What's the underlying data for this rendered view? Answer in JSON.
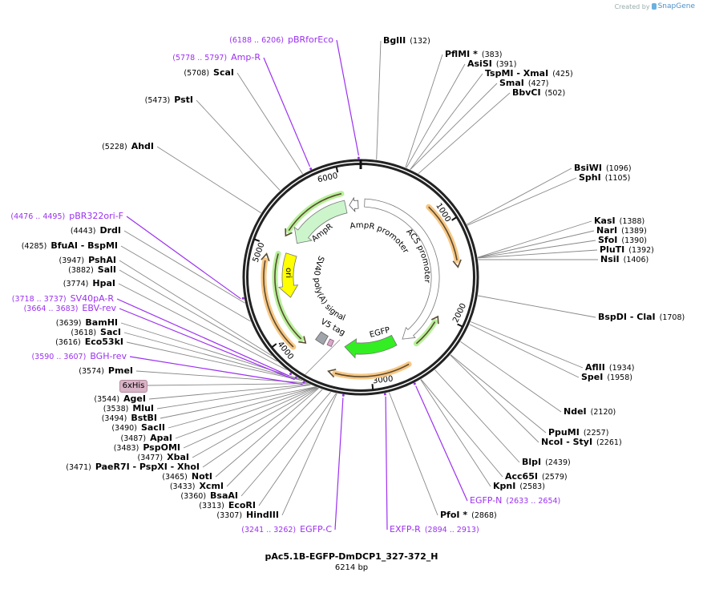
{
  "credit": {
    "prefix": "Created by",
    "brand": "SnapGene"
  },
  "plasmid": {
    "name": "pAc5.1B-EGFP-DmDCP1_327-372_H",
    "length": "6214 bp",
    "total_bp": 6214
  },
  "ticks": [
    "1000",
    "2000",
    "3000",
    "4000",
    "5000",
    "6000"
  ],
  "features": {
    "ampr_promoter": "AmpR promoter",
    "acs_promoter": "ACS promoter",
    "ampr": "AmpR",
    "ori": "ori",
    "sv40_polya": "SV40 poly(A) signal",
    "v5_tag": "V5 tag",
    "egfp": "EGFP",
    "his_tag": "6xHis"
  },
  "colors": {
    "primer": "#9b30f0",
    "egfp": "#33ee22",
    "ampr": "#ccf5cc",
    "ori": "#ffff00",
    "orf_orange": "#f7c784",
    "orf_green": "#b7f09a"
  },
  "enzymes": [
    {
      "name": "BglII",
      "pos": 132
    },
    {
      "name": "PflMI *",
      "pos": 383
    },
    {
      "name": "AsiSI",
      "pos": 391
    },
    {
      "name": "TspMI  - XmaI",
      "pos": 425
    },
    {
      "name": "SmaI",
      "pos": 427
    },
    {
      "name": "BbvCI",
      "pos": 502
    },
    {
      "name": "BsiWI",
      "pos": 1096
    },
    {
      "name": "SphI",
      "pos": 1105
    },
    {
      "name": "KasI",
      "pos": 1388
    },
    {
      "name": "NarI",
      "pos": 1389
    },
    {
      "name": "SfoI",
      "pos": 1390
    },
    {
      "name": "PluTI",
      "pos": 1392
    },
    {
      "name": "NsiI",
      "pos": 1406
    },
    {
      "name": "BspDI  - ClaI",
      "pos": 1708
    },
    {
      "name": "AflII",
      "pos": 1934
    },
    {
      "name": "SpeI",
      "pos": 1958
    },
    {
      "name": "NdeI",
      "pos": 2120
    },
    {
      "name": "PpuMI",
      "pos": 2257
    },
    {
      "name": "NcoI  - StyI",
      "pos": 2261
    },
    {
      "name": "BlpI",
      "pos": 2439
    },
    {
      "name": "Acc65I",
      "pos": 2579
    },
    {
      "name": "KpnI",
      "pos": 2583
    },
    {
      "name": "PfoI *",
      "pos": 2868
    },
    {
      "name": "HindIII",
      "pos": 3307
    },
    {
      "name": "EcoRI",
      "pos": 3313
    },
    {
      "name": "BsaAI",
      "pos": 3360
    },
    {
      "name": "XcmI",
      "pos": 3433
    },
    {
      "name": "NotI",
      "pos": 3465
    },
    {
      "name": "PaeR7I  - PspXI  - XhoI",
      "pos": 3471
    },
    {
      "name": "XbaI",
      "pos": 3477
    },
    {
      "name": "PspOMI",
      "pos": 3483
    },
    {
      "name": "ApaI",
      "pos": 3487
    },
    {
      "name": "SacII",
      "pos": 3490
    },
    {
      "name": "BstBI",
      "pos": 3494
    },
    {
      "name": "MluI",
      "pos": 3538
    },
    {
      "name": "AgeI",
      "pos": 3544
    },
    {
      "name": "PmeI",
      "pos": 3574
    },
    {
      "name": "Eco53kI",
      "pos": 3616
    },
    {
      "name": "SacI",
      "pos": 3618
    },
    {
      "name": "BamHI",
      "pos": 3639
    },
    {
      "name": "HpaI",
      "pos": 3774
    },
    {
      "name": "SalI",
      "pos": 3882
    },
    {
      "name": "PshAI",
      "pos": 3947
    },
    {
      "name": "BfuAI  - BspMI",
      "pos": 4285
    },
    {
      "name": "DrdI",
      "pos": 4443
    },
    {
      "name": "AhdI",
      "pos": 5228
    },
    {
      "name": "PstI",
      "pos": 5473
    },
    {
      "name": "ScaI",
      "pos": 5708
    }
  ],
  "primers": [
    {
      "name": "EGFP-N",
      "range": "(2633 .. 2654)",
      "start": 2633,
      "end": 2654
    },
    {
      "name": "EXFP-R",
      "range": "(2894 .. 2913)",
      "start": 2894,
      "end": 2913
    },
    {
      "name": "EGFP-C",
      "range": "(3241 .. 3262)",
      "start": 3241,
      "end": 3262
    },
    {
      "name": "BGH-rev",
      "range": "(3590 .. 3607)",
      "start": 3590,
      "end": 3607
    },
    {
      "name": "EBV-rev",
      "range": "(3664 .. 3683)",
      "start": 3664,
      "end": 3683
    },
    {
      "name": "SV40pA-R",
      "range": "(3718 .. 3737)",
      "start": 3718,
      "end": 3737
    },
    {
      "name": "pBR322ori-F",
      "range": "(4476 .. 4495)",
      "start": 4476,
      "end": 4495
    },
    {
      "name": "Amp-R",
      "range": "(5778 .. 5797)",
      "start": 5778,
      "end": 5797
    },
    {
      "name": "pBRforEco",
      "range": "(6188 .. 6206)",
      "start": 6188,
      "end": 6206
    }
  ]
}
